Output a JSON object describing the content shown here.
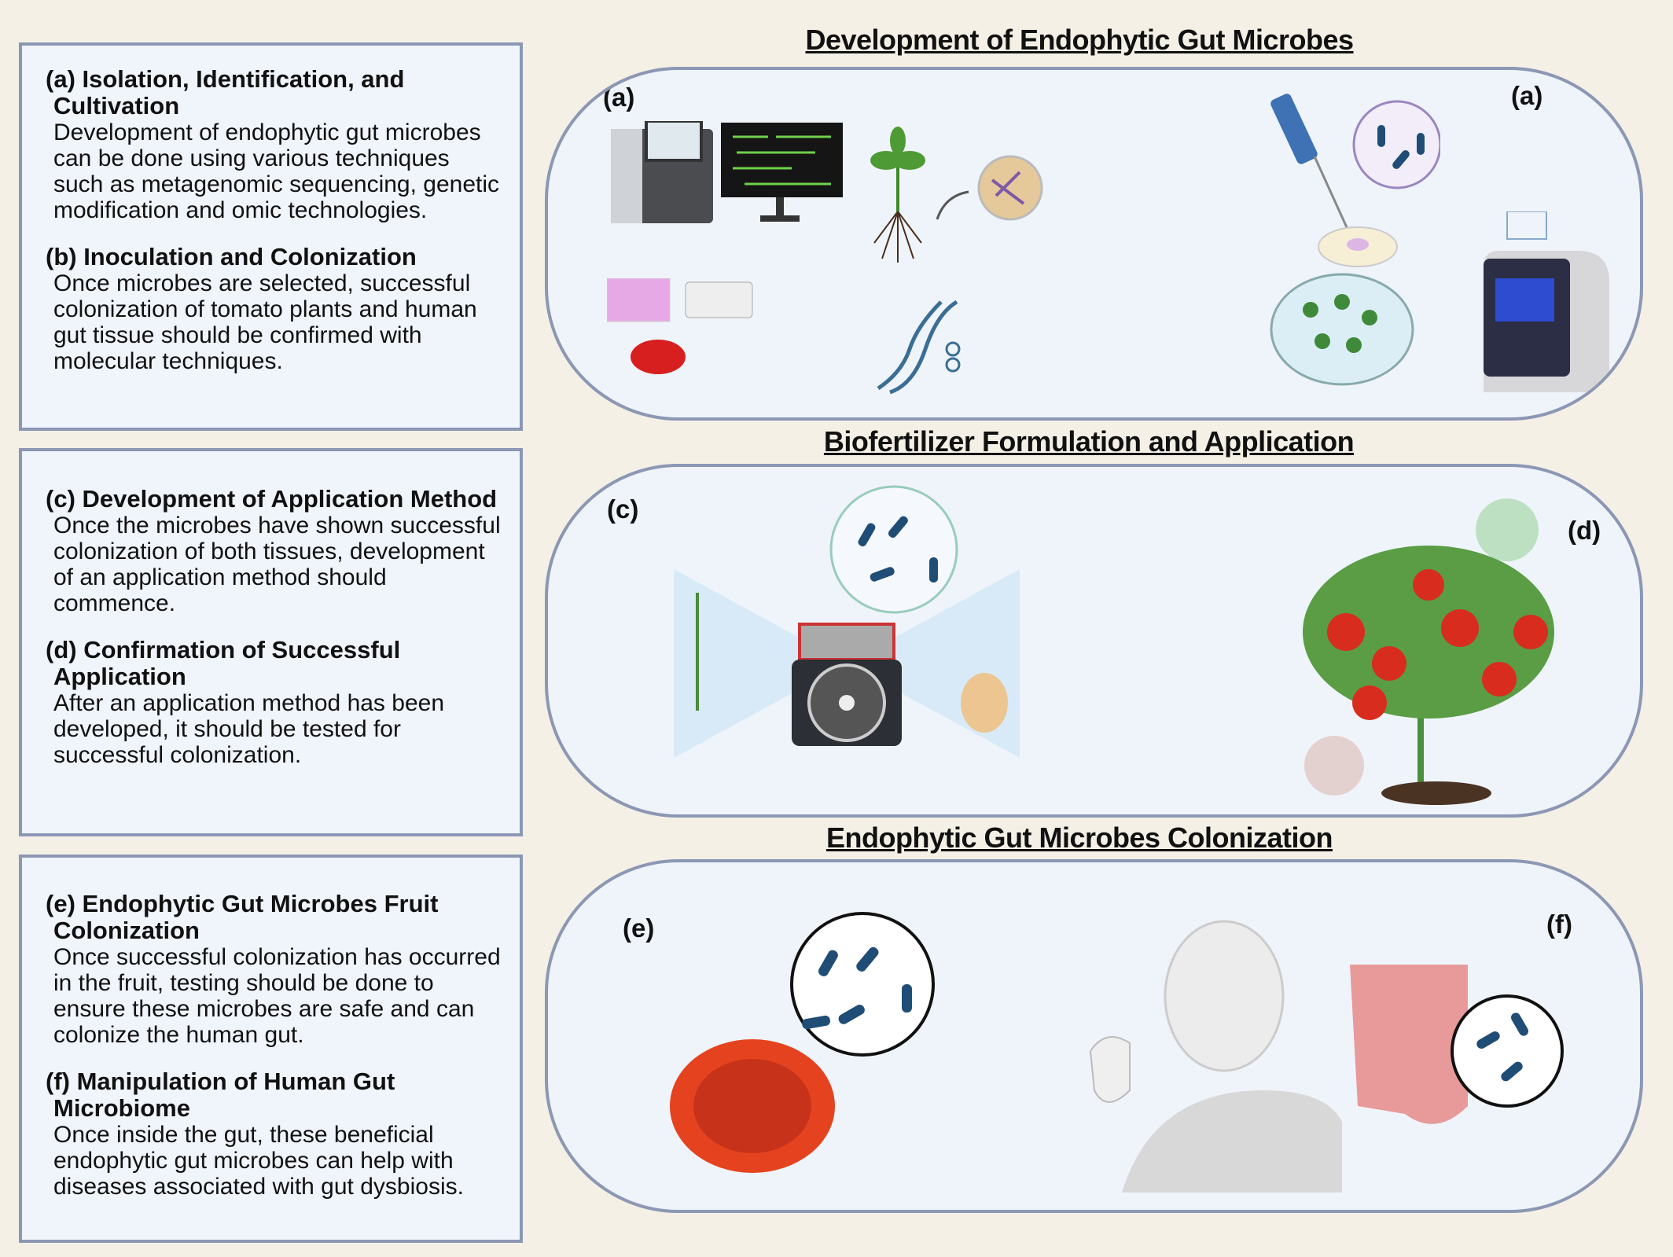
{
  "text_boxes": [
    {
      "sections": [
        {
          "heading": "(a) Isolation, Identification, and Cultivation",
          "body": "Development of endophytic gut microbes can be done using various techniques such as metagenomic sequencing, genetic modification and omic technologies."
        },
        {
          "heading": "(b) Inoculation and Colonization",
          "body": "Once microbes are selected, successful colonization of tomato plants and human gut tissue should be confirmed with molecular techniques."
        }
      ]
    },
    {
      "sections": [
        {
          "heading": "(c) Development of Application Method",
          "body": "Once the microbes have shown successful colonization of both tissues, development of an application method should commence."
        },
        {
          "heading": "(d) Confirmation of Successful Application",
          "body": "After an application method has been developed, it should be tested for successful colonization."
        }
      ]
    },
    {
      "sections": [
        {
          "heading": "(e) Endophytic Gut Microbes Fruit Colonization",
          "body": "Once successful colonization has occurred in the fruit, testing should be done to ensure these microbes are safe and can colonize the human gut."
        },
        {
          "heading": "(f) Manipulation of Human Gut Microbiome",
          "body": "Once inside the gut, these beneficial endophytic gut microbes can help with diseases associated with gut dysbiosis."
        }
      ]
    }
  ],
  "panels": [
    {
      "title": "Development of Endophytic Gut Microbes",
      "label_left": "(a)",
      "label_right": "(a)"
    },
    {
      "title": "Biofertilizer Formulation and Application",
      "label_left": "(c)",
      "label_right": "(d)"
    },
    {
      "title": "Endophytic Gut Microbes Colonization",
      "label_left": "(e)",
      "label_right": "(f)"
    }
  ]
}
